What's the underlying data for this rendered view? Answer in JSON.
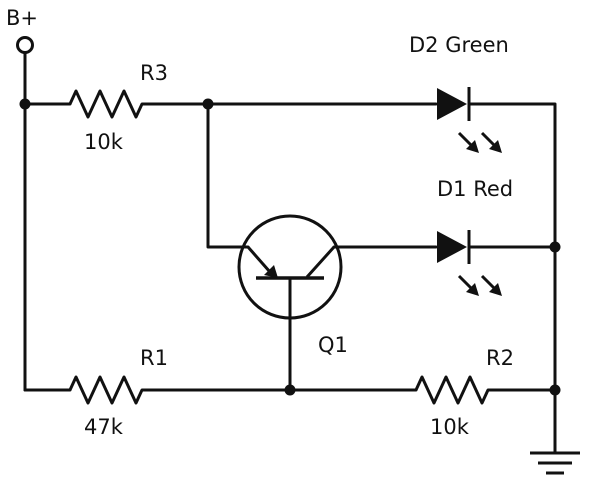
{
  "terminal": {
    "label": "B+"
  },
  "components": {
    "r3": {
      "ref": "R3",
      "value": "10k"
    },
    "r1": {
      "ref": "R1",
      "value": "47k"
    },
    "r2": {
      "ref": "R2",
      "value": "10k"
    },
    "d2": {
      "ref": "D2 Green"
    },
    "d1": {
      "ref": "D1 Red"
    },
    "q1": {
      "ref": "Q1"
    }
  }
}
